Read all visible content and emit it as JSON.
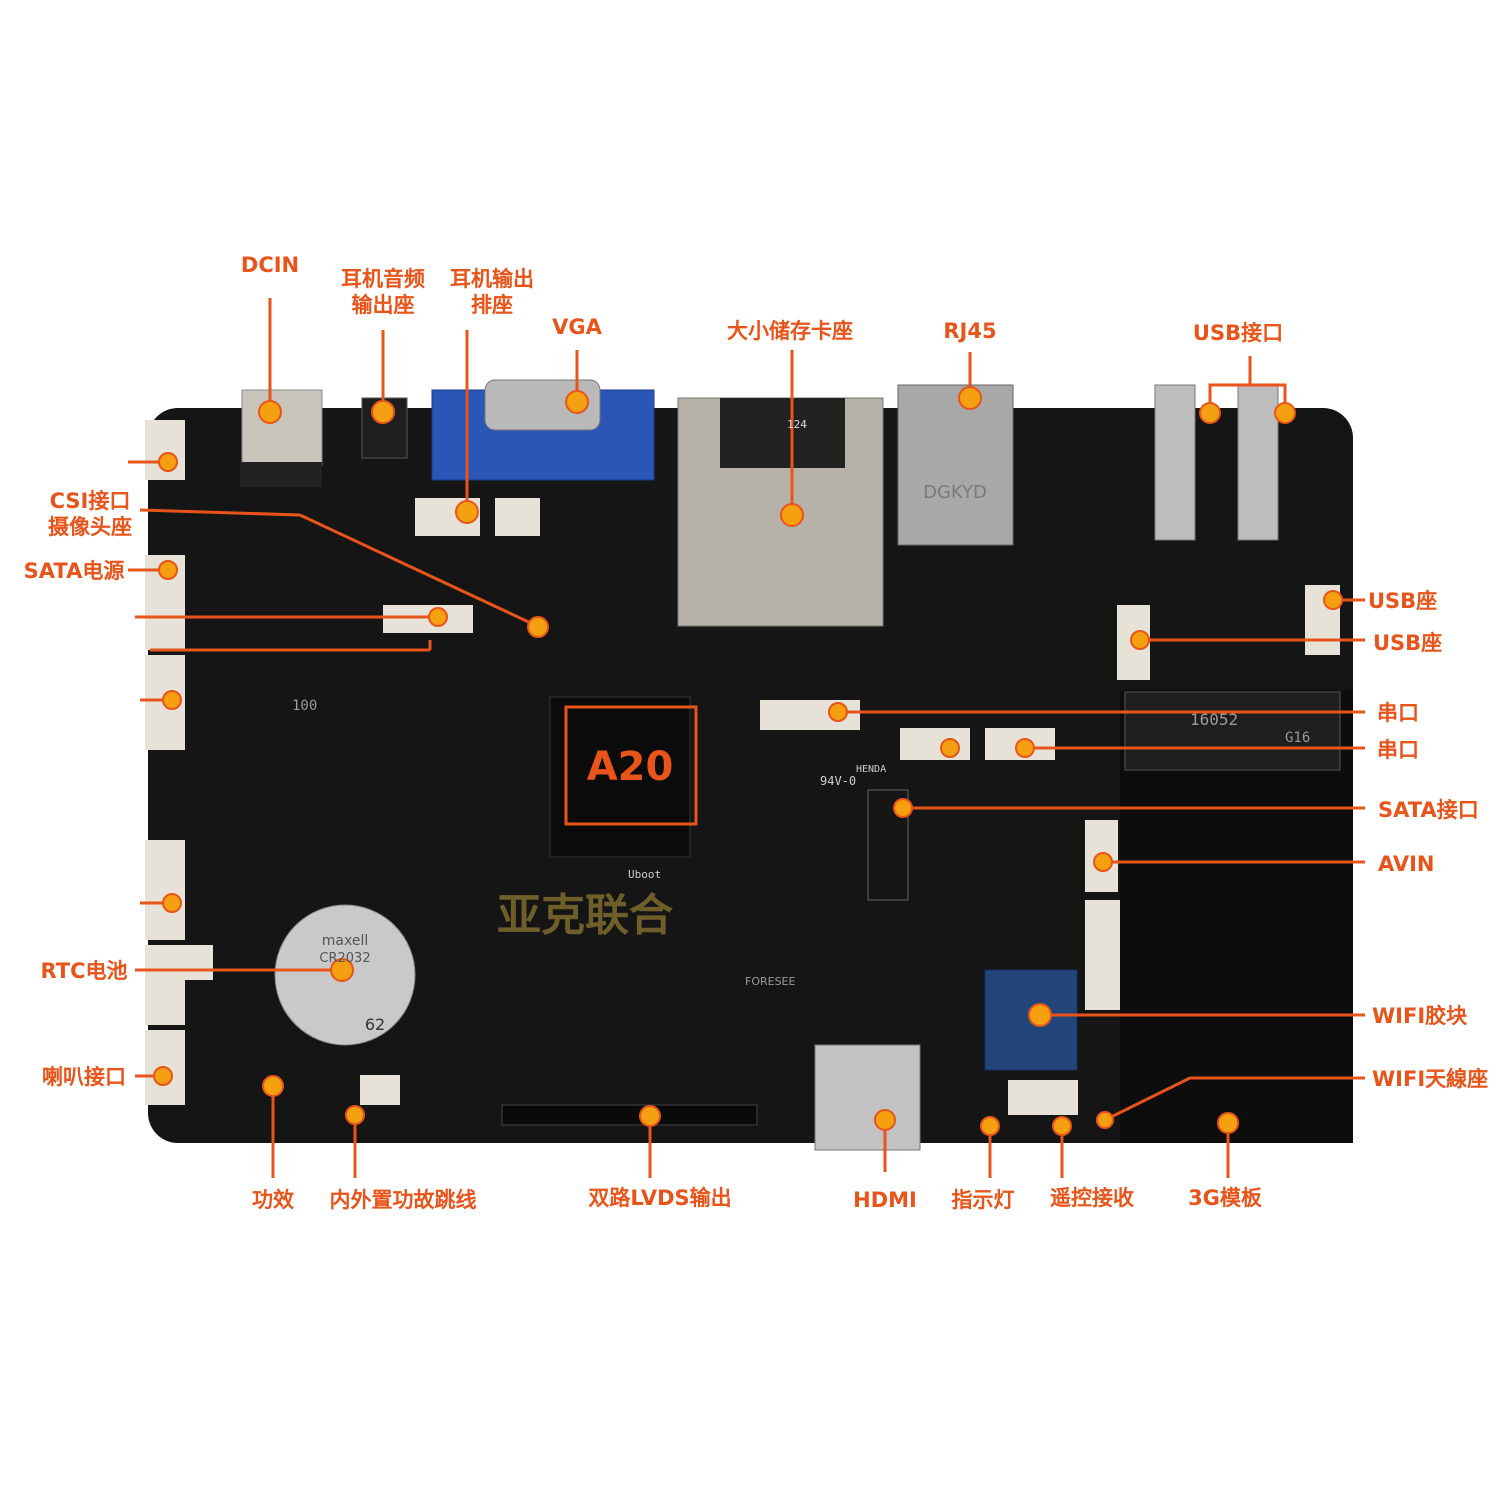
{
  "board": {
    "chip_label": "A20",
    "silkscreen": {
      "rj45_brand": "DGKYD",
      "sd_pins": "124",
      "fr4": "94V-0",
      "henda": "HENDA",
      "uboot": "Uboot",
      "battery_brand": "maxell",
      "battery_model": "CR2032",
      "battery_num": "62",
      "emmc_brand": "FORESEE",
      "mpcie": "16052",
      "mpcie_code": "G16",
      "watermark": "亚克联合",
      "inductor": "100"
    }
  },
  "colors": {
    "accent": "#e8541a",
    "dot": "#f5a010",
    "pcb": "#151515"
  },
  "labels": {
    "dcin": "DCIN",
    "earphone_audio_line1": "耳机音频",
    "earphone_audio_line2": "输出座",
    "earphone_header_line1": "耳机输出",
    "earphone_header_line2": "排座",
    "vga": "VGA",
    "sd_card": "大小储存卡座",
    "rj45": "RJ45",
    "usb_port": "USB接口",
    "csi_line1": "CSI接口",
    "csi_line2": "摄像头座",
    "sata_power": "SATA电源",
    "usb_socket_1": "USB座",
    "usb_socket_2": "USB座",
    "uart_1": "串口",
    "uart_2": "串口",
    "sata_port": "SATA接口",
    "avin": "AVIN",
    "rtc": "RTC电池",
    "wifi_module": "WIFI胶块",
    "speaker": "喇叭接口",
    "wifi_antenna": "WIFI天線座",
    "amp": "功效",
    "amp_jumper": "内外置功故跳线",
    "lvds": "双路LVDS输出",
    "hdmi": "HDMI",
    "led": "指示灯",
    "ir": "遥控接收",
    "module_3g": "3G模板"
  }
}
